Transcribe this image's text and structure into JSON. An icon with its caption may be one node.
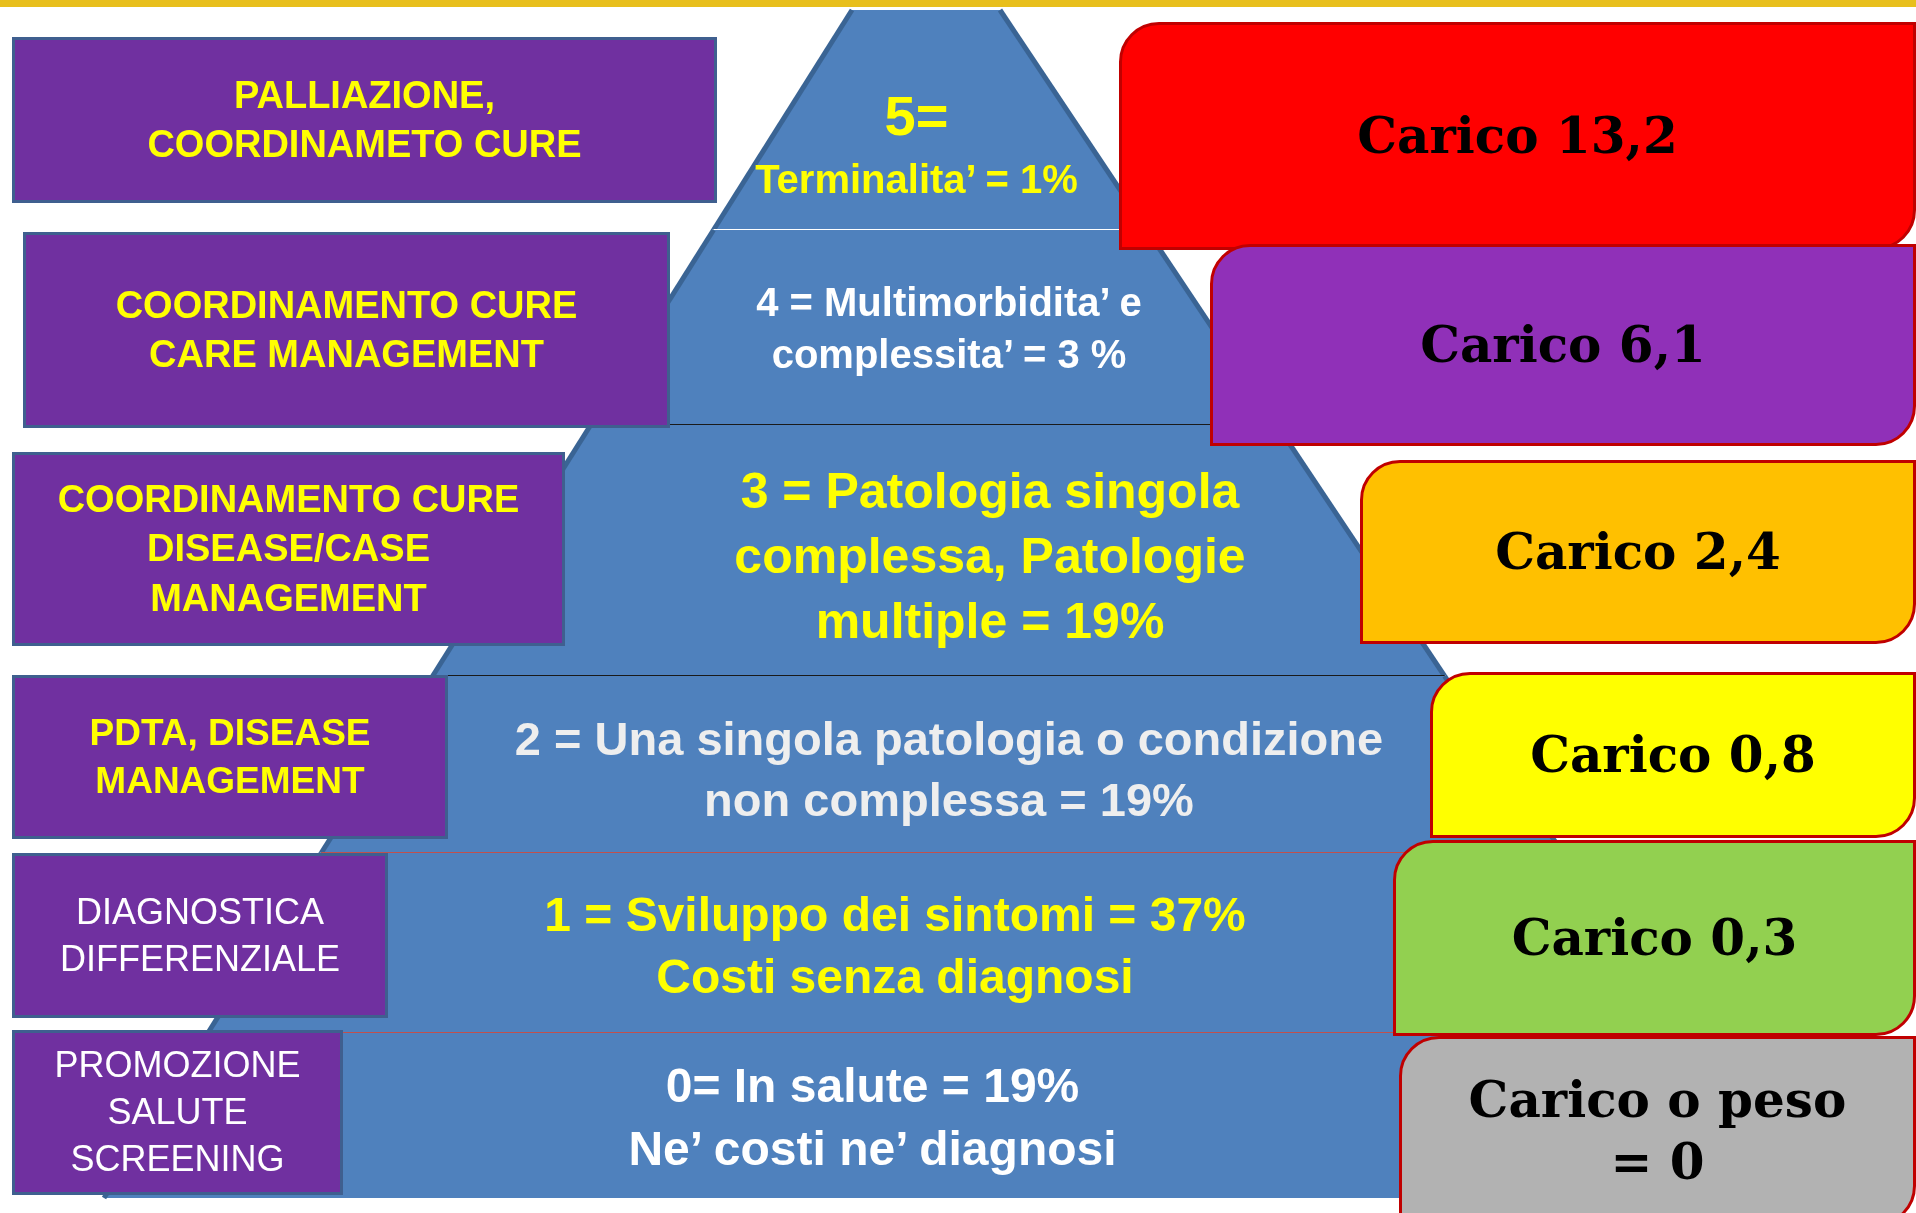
{
  "diagram": {
    "nodes": [
      {
        "text": [
          "PALLIAZIONE, COORDINAMETO CURE"
        ]
      },
      {
        "text": [
          "5=",
          "Terminalita’ = 1%"
        ]
      },
      {
        "text": [
          "Carico 13,2"
        ]
      },
      {
        "text": [
          "COORDINAMENTO CURE CARE MANAGEMENT"
        ]
      },
      {
        "text": [
          "4 = Multimorbidita’ e complessita’ = 3 %"
        ]
      },
      {
        "text": [
          "Carico 6,1"
        ]
      },
      {
        "text": [
          "COORDINAMENTO CURE DISEASE/CASE MANAGEMENT"
        ]
      },
      {
        "text": [
          "3 = Patologia singola complessa, Patologie multiple = 19%"
        ]
      },
      {
        "text": [
          "Carico 2,4"
        ]
      },
      {
        "text": [
          "PDTA, DISEASE MANAGEMENT"
        ]
      },
      {
        "text": [
          "2 = Una singola patologia o condizione non complessa = 19%"
        ]
      },
      {
        "text": [
          "Carico 0,8"
        ]
      },
      {
        "text": [
          "DIAGNOSTICA DIFFERENZIALE"
        ]
      },
      {
        "text": [
          "1 = Sviluppo dei sintomi = 37%",
          "Costi senza diagnosi"
        ]
      },
      {
        "text": [
          "Carico 0,3"
        ]
      },
      {
        "text": [
          "PROMOZIONE SALUTE SCREENING"
        ]
      },
      {
        "text": [
          "0= In salute = 19%",
          "Ne’ costi ne’ diagnosi"
        ]
      },
      {
        "text": [
          "Carico o peso = 0"
        ]
      }
    ],
    "edges": []
  }
}
